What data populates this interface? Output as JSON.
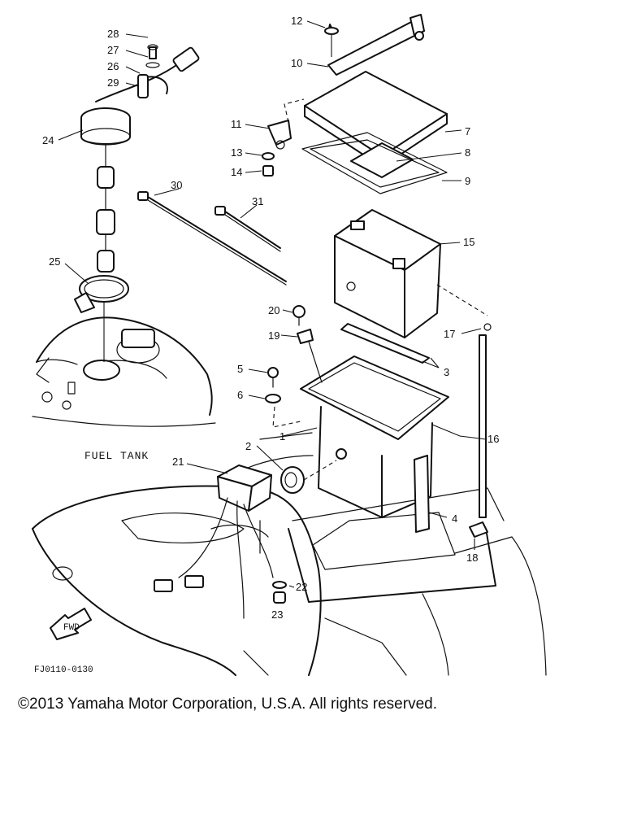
{
  "diagram": {
    "labels": {
      "fuel_tank": "FUEL TANK",
      "fwd": "FWD",
      "code": "FJ0110-0130"
    },
    "callouts": [
      "1",
      "2",
      "3",
      "4",
      "5",
      "6",
      "7",
      "8",
      "9",
      "10",
      "11",
      "12",
      "13",
      "14",
      "15",
      "16",
      "17",
      "18",
      "19",
      "20",
      "21",
      "22",
      "23",
      "24",
      "25",
      "26",
      "27",
      "28",
      "29",
      "30",
      "31"
    ]
  },
  "footer": {
    "copyright": "©2013 Yamaha Motor Corporation, U.S.A. All rights reserved."
  }
}
